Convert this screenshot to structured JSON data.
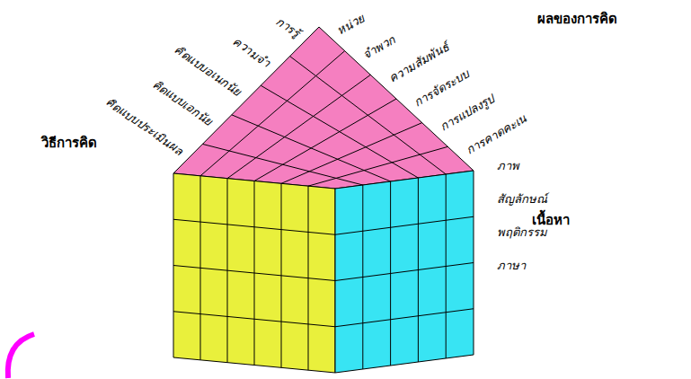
{
  "diagram": {
    "labels": [
      "การรู้",
      "ความจำ",
      "คิดแบบอเนกนัย",
      "คิดแบบเอกนัย",
      "คิดแบบประเมินผล",
      "หน่วย",
      "จำพวก",
      "ความสัมพันธ์",
      "การจัดระบบ",
      "การแปลงรูป",
      "การคาดคะเน",
      "ผลของการคิด",
      "วิธีการคิด",
      "ภาพ",
      "สัญลักษณ์",
      "พฤติกรรม",
      "ภาษา",
      "เนื้อหา"
    ]
  }
}
